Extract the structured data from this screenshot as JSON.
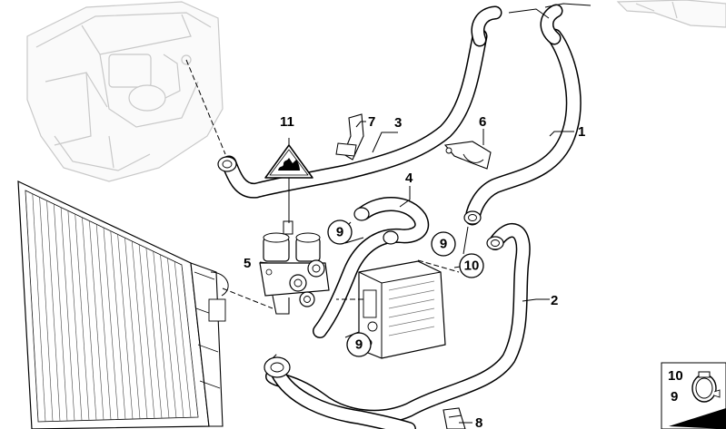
{
  "callouts": {
    "c1": "1",
    "c2": "2",
    "c3": "3",
    "c4": "4",
    "c5": "5",
    "c6": "6",
    "c7": "7",
    "c8": "8",
    "c11": "11"
  },
  "circled": {
    "c9a": "9",
    "c9b": "9",
    "c9c": "9",
    "c10": "10"
  },
  "legend": {
    "top": "10",
    "bottom": "9"
  },
  "icons": {
    "warning": "hot-surface-warning-icon",
    "clamp": "hose-clamp-icon"
  },
  "colors": {
    "line": "#000000",
    "ghost": "#c8c8c8",
    "hose_fill": "#ffffff"
  }
}
